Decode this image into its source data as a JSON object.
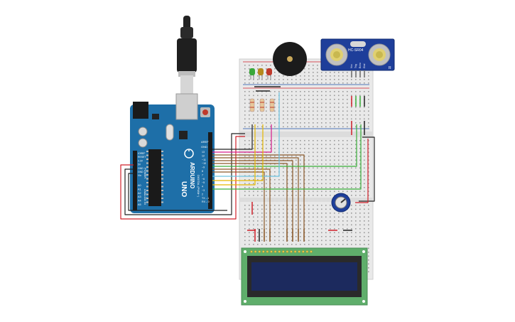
{
  "arduino": {
    "brand_text": "ARDUINO",
    "model_text": "UNO",
    "aref_label": "AREF",
    "gnd_label": "GND",
    "digital_label": "DIGITAL (PWM~)",
    "digital_pins": [
      "13",
      "12",
      "~11",
      "~10",
      "~9",
      "8",
      "7",
      "~6",
      "~5",
      "4",
      "~3",
      "2",
      "TX→1",
      "RX←0"
    ],
    "power_pins": [
      "IOREF",
      "RESET",
      "3.3V",
      "5V",
      "GND",
      "GND",
      "Vin"
    ],
    "power_label": "POWER",
    "analog_pins": [
      "A0",
      "A1",
      "A2",
      "A3",
      "A4",
      "A5"
    ],
    "analog_label": "ANALOG IN"
  },
  "sensor": {
    "model_text": "HC-SR04",
    "pin_labels": [
      "Vcc",
      "Trig",
      "Echo",
      "Gnd"
    ],
    "side_label": "R"
  },
  "leds": {
    "colors": [
      "#3aa83a",
      "#b58a1e",
      "#c0392b"
    ]
  },
  "colors": {
    "board_blue": "#1e6fa8",
    "breadboard": "#e9e9e9",
    "lcd_green": "#5fae6b",
    "lcd_screen": "#1c2a5e",
    "wire_red": "#d0202a",
    "wire_black": "#222222",
    "wire_brown": "#8b5a2b",
    "wire_green": "#3ab03a",
    "wire_yellow": "#e6b800",
    "wire_pink": "#d81b8c",
    "wire_blue": "#6cc3e0"
  }
}
